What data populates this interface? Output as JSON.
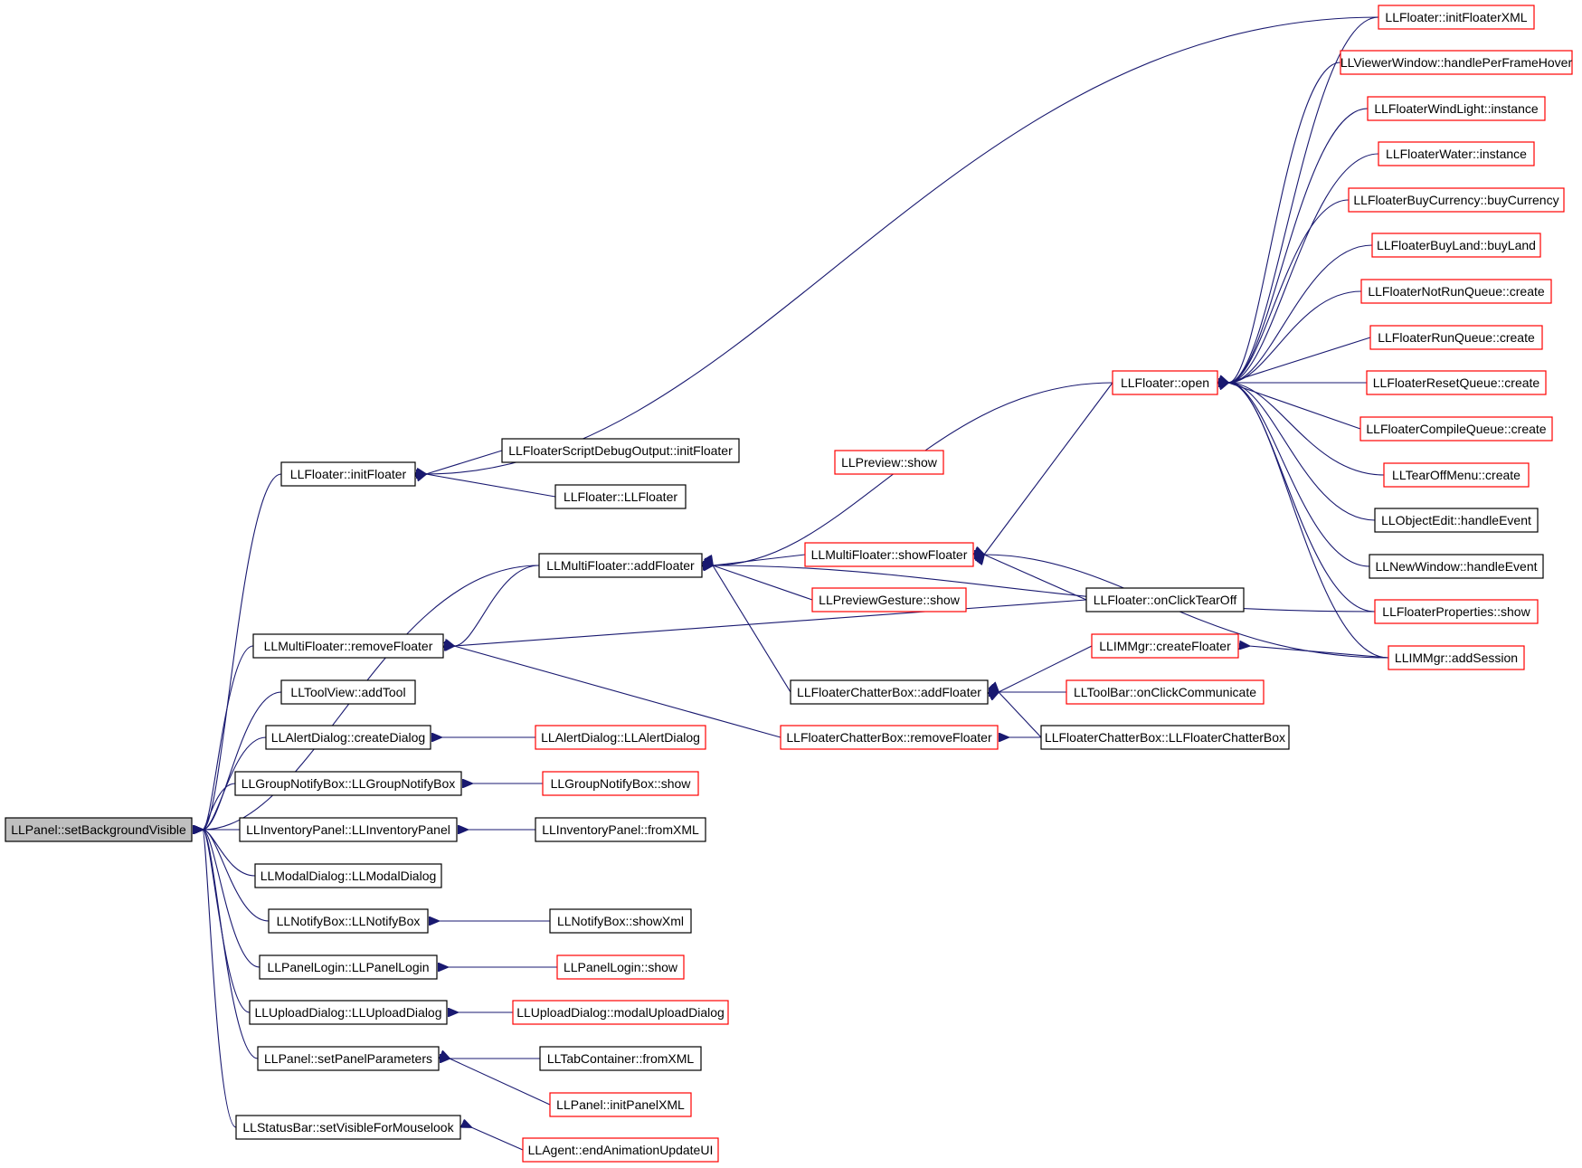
{
  "nodes": {
    "root": "LLPanel::setBackgroundVisible",
    "initFloater": "LLFloater::initFloater",
    "mf_removeFloater": "LLMultiFloater::removeFloater",
    "toolview_addTool": "LLToolView::addTool",
    "alert_createDialog": "LLAlertDialog::createDialog",
    "groupnotify_ctor": "LLGroupNotifyBox::LLGroupNotifyBox",
    "invpanel_ctor": "LLInventoryPanel::LLInventoryPanel",
    "modal_ctor": "LLModalDialog::LLModalDialog",
    "notify_ctor": "LLNotifyBox::LLNotifyBox",
    "panellogin_ctor": "LLPanelLogin::LLPanelLogin",
    "upload_ctor": "LLUploadDialog::LLUploadDialog",
    "setPanelParameters": "LLPanel::setPanelParameters",
    "statusbar_setVisible": "LLStatusBar::setVisibleForMouselook",
    "scriptdebug_initFloater": "LLFloaterScriptDebugOutput::initFloater",
    "floater_ctor": "LLFloater::LLFloater",
    "mf_addFloater": "LLMultiFloater::addFloater",
    "alert_ctor": "LLAlertDialog::LLAlertDialog",
    "groupnotify_show": "LLGroupNotifyBox::show",
    "invpanel_fromXML": "LLInventoryPanel::fromXML",
    "notify_showXml": "LLNotifyBox::showXml",
    "panellogin_show": "LLPanelLogin::show",
    "upload_modal": "LLUploadDialog::modalUploadDialog",
    "tab_fromXML": "LLTabContainer::fromXML",
    "panel_initPanelXML": "LLPanel::initPanelXML",
    "agent_endAnim": "LLAgent::endAnimationUpdateUI",
    "preview_show": "LLPreview::show",
    "mf_showFloater": "LLMultiFloater::showFloater",
    "previewgesture_show": "LLPreviewGesture::show",
    "chatter_addFloater": "LLFloaterChatterBox::addFloater",
    "chatter_removeFloater": "LLFloaterChatterBox::removeFloater",
    "floater_open": "LLFloater::open",
    "onClickTearOff": "LLFloater::onClickTearOff",
    "immgr_createFloater": "LLIMMgr::createFloater",
    "toolbar_onClickComm": "LLToolBar::onClickCommunicate",
    "chatter_ctor": "LLFloaterChatterBox::LLFloaterChatterBox",
    "initFloaterXML": "LLFloater::initFloaterXML",
    "viewerwindow_hover": "LLViewerWindow::handlePerFrameHover",
    "windlight_instance": "LLFloaterWindLight::instance",
    "water_instance": "LLFloaterWater::instance",
    "buycurrency": "LLFloaterBuyCurrency::buyCurrency",
    "buyland": "LLFloaterBuyLand::buyLand",
    "notrunqueue": "LLFloaterNotRunQueue::create",
    "runqueue": "LLFloaterRunQueue::create",
    "resetqueue": "LLFloaterResetQueue::create",
    "compilequeue": "LLFloaterCompileQueue::create",
    "tearoffmenu": "LLTearOffMenu::create",
    "objectedit": "LLObjectEdit::handleEvent",
    "newwindow": "LLNewWindow::handleEvent",
    "properties_show": "LLFloaterProperties::show",
    "immgr_addSession": "LLIMMgr::addSession"
  },
  "colors": {
    "edge": "#191970",
    "normal_border": "#000000",
    "truncated_border": "#ff0000",
    "root_fill": "#bfbfbf"
  }
}
